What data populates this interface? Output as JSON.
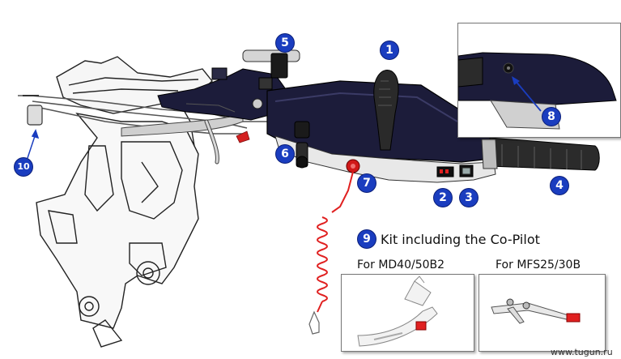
{
  "callouts": [
    "1",
    "2",
    "3",
    "4",
    "5",
    "6",
    "7",
    "8",
    "9",
    "10"
  ],
  "kit_title": "Kit including the Co-Pilot",
  "kit_left_label": "For MD40/50B2",
  "kit_right_label": "For MFS25/30B",
  "watermark": "www.tugun.ru",
  "colors": {
    "badge": "#1a3dbf",
    "tiller": "#1c1c3a",
    "lanyard": "#e02020",
    "kill_switch": "#d01818"
  }
}
